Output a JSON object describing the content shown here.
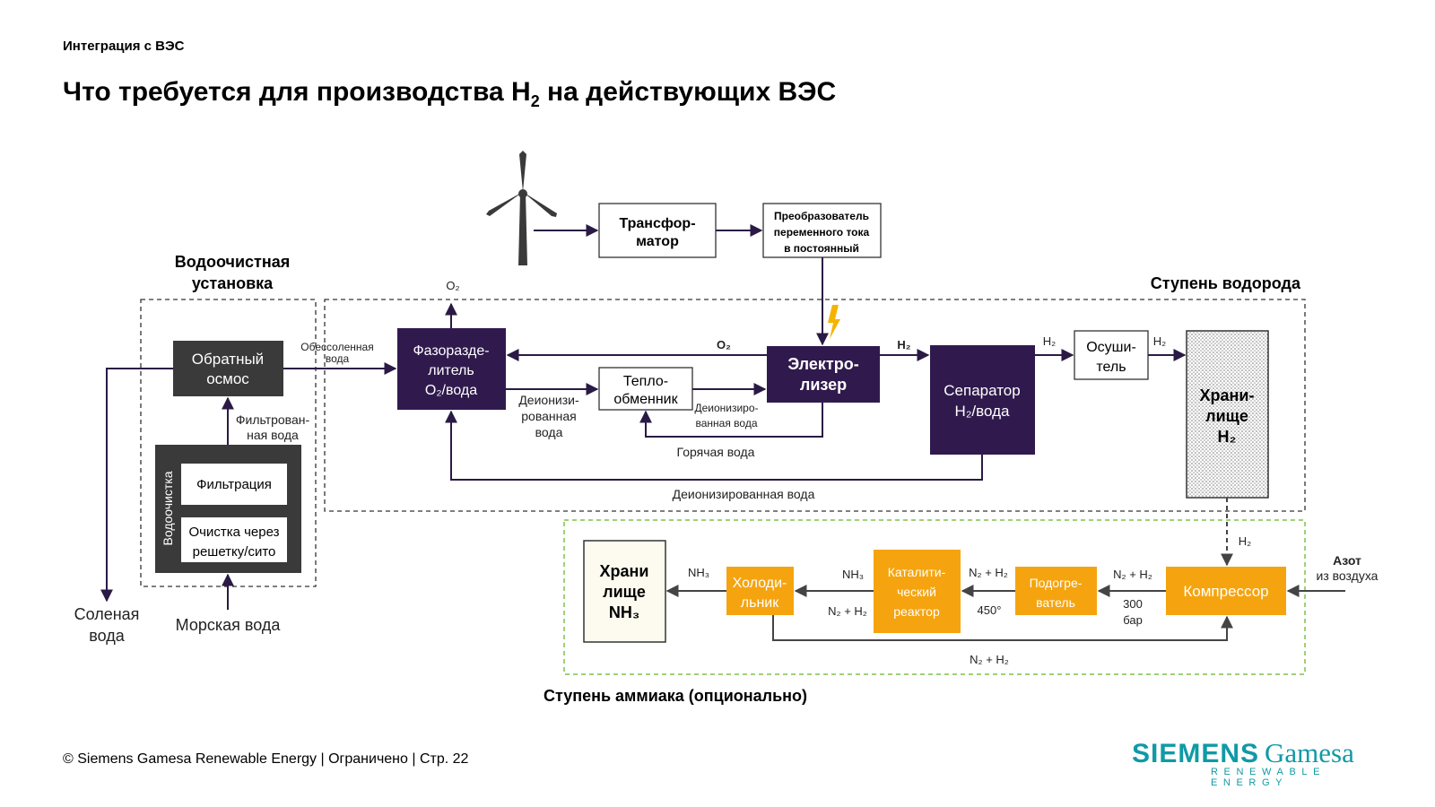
{
  "header": {
    "section": "Интеграция с ВЭС",
    "title_main": "Что требуется для производства H",
    "title_sub": "2",
    "title_end": " на действующих ВЭС"
  },
  "groups": {
    "water": [
      "Водоочистная",
      "установка"
    ],
    "hydrogen": "Ступень водорода",
    "ammonia": "Ступень аммиака (опционально)",
    "pretreatment": "Водоочистка"
  },
  "boxes": {
    "transformer": [
      "Трансфор-",
      "матор"
    ],
    "converter": [
      "Преобразователь",
      "переменного тока",
      "в постоянный"
    ],
    "reverse_osmosis": [
      "Обратный",
      "осмос"
    ],
    "filtration": "Фильтрация",
    "screen": [
      "Очистка через",
      "решетку/сито"
    ],
    "phase_separator": [
      "Фазоразде-",
      "литель",
      "O₂/вода"
    ],
    "heat_exchanger": [
      "Тепло-",
      "обменник"
    ],
    "electrolyzer": [
      "Электро-",
      "лизер"
    ],
    "separator": [
      "Сепаратор",
      "H₂/вода"
    ],
    "dryer": [
      "Осуши-",
      "тель"
    ],
    "h2_storage": [
      "Храни-",
      "лище",
      "H₂"
    ],
    "nh3_storage": [
      "Храни",
      "лище",
      "NH₃"
    ],
    "cooler": [
      "Холоди-",
      "льник"
    ],
    "reactor": [
      "Каталити-",
      "ческий",
      "реактор"
    ],
    "heater": [
      "Подогре-",
      "ватель"
    ],
    "compressor": "Компрессор"
  },
  "flows": {
    "desalinated": [
      "Обессоленная",
      "вода"
    ],
    "filtered": [
      "Фильтрован-",
      "ная вода"
    ],
    "salt_water": [
      "Соленая",
      "вода"
    ],
    "sea_water": "Морская вода",
    "deionized_1": [
      "Деионизи-",
      "рованная",
      "вода"
    ],
    "deionized_2": [
      "Деионизиро-",
      "ванная вода"
    ],
    "hot_water": "Горячая вода",
    "deionized_loop": "Деионизированная вода",
    "o2_top": "O₂",
    "o2": "O₂",
    "h2_a": "H₂",
    "h2_b": "H₂",
    "h2_c": "H₂",
    "h2_d": "H₂",
    "nh3_a": "NH₃",
    "nh3_b": "NH₃",
    "n2h2_a": "N₂ + H₂",
    "n2h2_b": "N₂ + H₂",
    "n2h2_c": "N₂ + H₂",
    "n2h2_d": "N₂ + H₂",
    "temp": "450°",
    "pressure": [
      "300",
      "бар"
    ],
    "nitrogen": [
      "Азот",
      "из воздуха"
    ]
  },
  "footer": {
    "text": "© Siemens Gamesa Renewable Energy | Ограничено | Стр. 22",
    "logo_main": "SIEMENS",
    "logo_second": "Gamesa",
    "logo_sub": "RENEWABLE ENERGY"
  },
  "colors": {
    "purple": "#301a4d",
    "dark_gray": "#3a3a3a",
    "orange": "#f5a40f",
    "cream": "#fdfbef",
    "green_dash": "#7fc24a",
    "teal": "#0f9aa6",
    "line": "#2a1a45"
  }
}
